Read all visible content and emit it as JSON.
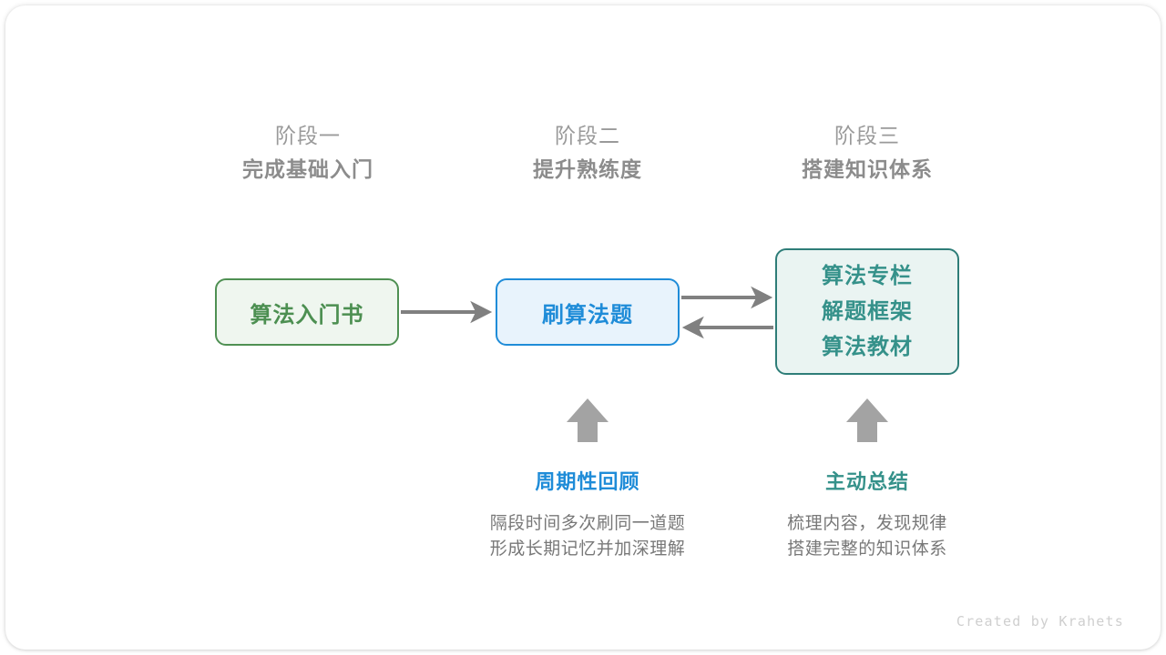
{
  "phases": [
    {
      "index": "阶段一",
      "title": "完成基础入门"
    },
    {
      "index": "阶段二",
      "title": "提升熟练度"
    },
    {
      "index": "阶段三",
      "title": "搭建知识体系"
    }
  ],
  "nodes": {
    "book": {
      "label": "算法入门书",
      "border_color": "#4f9053",
      "fill_color": "#eff6ef",
      "text_color": "#4c8f51"
    },
    "practice": {
      "label": "刷算法题",
      "border_color": "#1f8cd8",
      "fill_color": "#e8f3fc",
      "text_color": "#1f8cd8"
    },
    "resources": {
      "lines": [
        "算法专栏",
        "解题框架",
        "算法教材"
      ],
      "border_color": "#2e7d78",
      "fill_color": "#eaf4f2",
      "text_color": "#35918a"
    }
  },
  "annotations": [
    {
      "title": "周期性回顾",
      "title_color": "#1f8cd8",
      "desc_line1": "隔段时间多次刷同一道题",
      "desc_line2": "形成长期记忆并加深理解"
    },
    {
      "title": "主动总结",
      "title_color": "#35918a",
      "desc_line1": "梳理内容，发现规律",
      "desc_line2": "搭建完整的知识体系"
    }
  ],
  "arrows": {
    "color": "#808080",
    "book_to_practice": "arrow-right",
    "practice_to_resources": "arrow-right",
    "resources_to_practice": "arrow-left",
    "up_arrow_review": "arrow-up",
    "up_arrow_summary": "arrow-up"
  },
  "credit": "Created by Krahets"
}
